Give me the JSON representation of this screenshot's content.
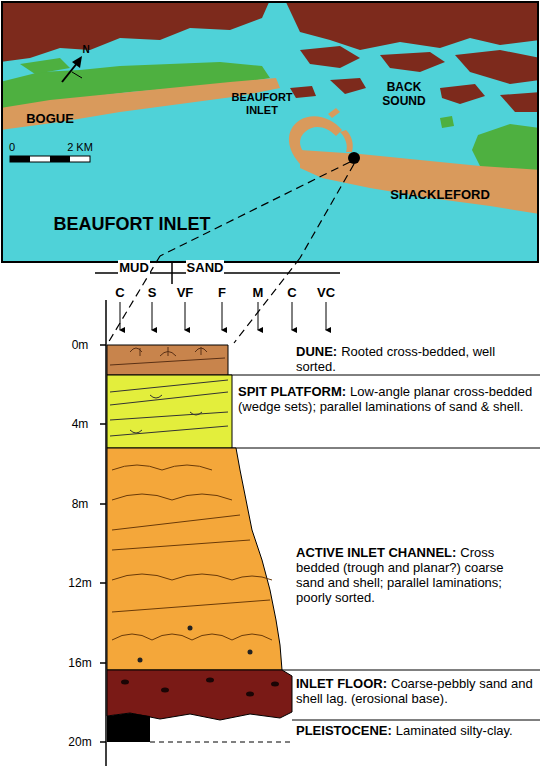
{
  "diagram": {
    "nodes": [
      {
        "text": [
          "DUNE:",
          "Rooted cross-bedded, well sorted."
        ]
      },
      {
        "text": [
          "SPIT PLATFORM:",
          "Low-angle planar cross-bedded (wedge sets); parallel laminations of sand & shell."
        ]
      },
      {
        "text": [
          "ACTIVE INLET CHANNEL:",
          "Cross bedded (trough and planar?) coarse sand and shell; parallel laminations; poorly sorted."
        ]
      },
      {
        "text": [
          "INLET FLOOR:",
          "Coarse-pebbly sand and shell lag. (erosional base)."
        ]
      },
      {
        "text": [
          "PLEISTOCENE:",
          "Laminated silty-clay."
        ]
      }
    ],
    "labels": [
      "BOGUE",
      "BEAUFORT INLET",
      "BACK SOUND",
      "SHACKLEFORD",
      "BEAUFORT INLET",
      "N",
      "0",
      "2 KM",
      "MUD",
      "SAND",
      "C",
      "S",
      "VF",
      "F",
      "M",
      "C",
      "VC",
      "0m",
      "4m",
      "8m",
      "12m",
      "16m",
      "20m"
    ]
  }
}
